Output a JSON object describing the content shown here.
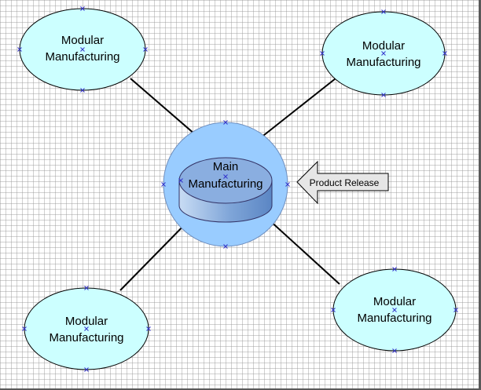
{
  "diagram": {
    "center": {
      "label_line1": "Main",
      "label_line2": "Manufacturing",
      "color": "#99ccff"
    },
    "arrow": {
      "label": "Product Release"
    },
    "nodes": [
      {
        "line1": "Modular",
        "line2": "Manufacturing"
      },
      {
        "line1": "Modular",
        "line2": "Manufacturing"
      },
      {
        "line1": "Modular",
        "line2": "Manufacturing"
      },
      {
        "line1": "Modular",
        "line2": "Manufacturing"
      }
    ],
    "colors": {
      "node_fill": "#ccffff",
      "center_ring": "#99ccff",
      "cylinder": "#8aaee0",
      "handle": "#3333cc"
    }
  }
}
